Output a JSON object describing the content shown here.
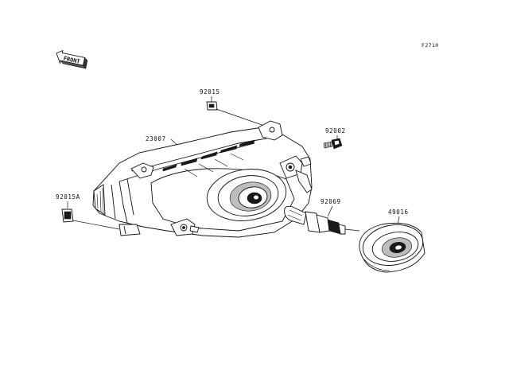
{
  "diagram": {
    "figure_code": "F2710",
    "front_badge": "FRONT",
    "parts": [
      {
        "id": "p-92015",
        "number": "92015"
      },
      {
        "id": "p-23007",
        "number": "23007"
      },
      {
        "id": "p-92002",
        "number": "92002"
      },
      {
        "id": "p-92015a",
        "number": "92015A"
      },
      {
        "id": "p-92069",
        "number": "92069"
      },
      {
        "id": "p-49016",
        "number": "49016"
      }
    ]
  }
}
